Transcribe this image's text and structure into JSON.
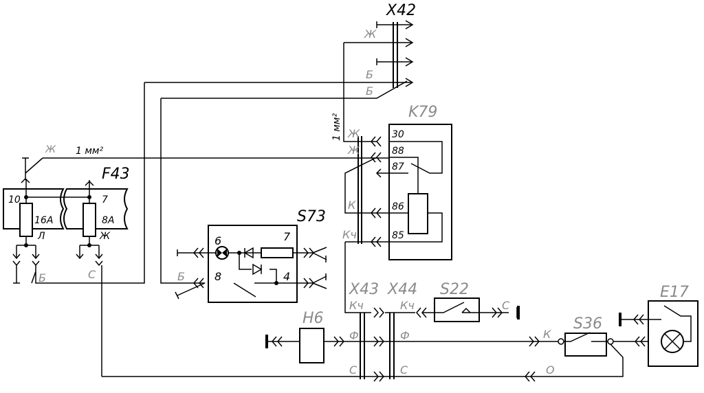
{
  "components": {
    "X42": "X42",
    "K79": "K79",
    "F43": "F43",
    "S73": "S73",
    "X43": "X43",
    "X44": "X44",
    "S22": "S22",
    "H6": "H6",
    "S36": "S36",
    "E17": "E17"
  },
  "wire_section": {
    "vertical": "1 мм²",
    "horizontal": "1 мм²"
  },
  "wire_colors": {
    "zh1": "Ж",
    "b1": "Б",
    "b2": "Б",
    "zh30": "Ж",
    "zh88": "Ж",
    "k86": "К",
    "kch85": "Кч",
    "zh_left": "Ж",
    "f43_b": "Б",
    "f43_s": "С",
    "s73_b": "Б",
    "x43_kch": "Кч",
    "x44_kch": "Кч",
    "x43_f": "Ф",
    "x44_f": "Ф",
    "x43_s": "С",
    "x44_s": "С",
    "s22_s": "С",
    "s36_k": "К",
    "o": "О"
  },
  "k79_pins": [
    "30",
    "88",
    "87",
    "86",
    "85"
  ],
  "f43": {
    "pin_left": "10",
    "pin_right": "7",
    "fuse_left": "16А",
    "fuse_right": "8А",
    "wire_left": "Л",
    "wire_right": "Ж"
  },
  "s73_pins": {
    "p6": "6",
    "p7": "7",
    "p8": "8",
    "p4": "4"
  }
}
